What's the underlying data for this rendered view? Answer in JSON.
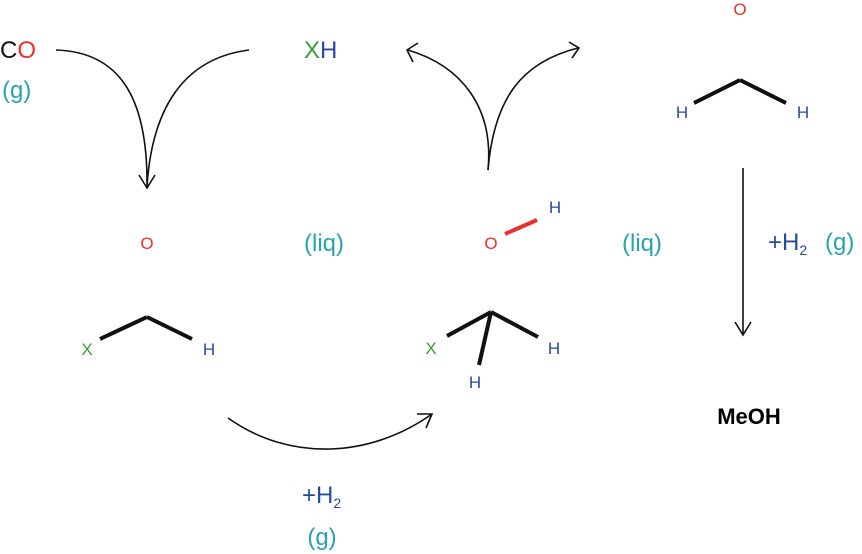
{
  "colors": {
    "carbon": "#111111",
    "oxygen": "#e8312f",
    "hydrogen": "#2a4a9c",
    "x_group": "#3a9c3a",
    "phase": "#2ba3ad",
    "bold": "#000000"
  },
  "top": {
    "co_c": "C",
    "co_o": "O",
    "co_phase": "(g)",
    "xh_x": "X",
    "xh_h": "H"
  },
  "formyl": {
    "o": "O",
    "x": "X",
    "h": "H",
    "phase": "(liq)"
  },
  "methoxy": {
    "o": "O",
    "h_top": "H",
    "x": "X",
    "h_right": "H",
    "h_bottom": "H",
    "phase": "(liq)"
  },
  "hydrogenation_bottom": {
    "prefix": "+H",
    "subscript": "2",
    "phase": "(g)"
  },
  "formaldehyde": {
    "o": "O",
    "h_left": "H",
    "h_right": "H"
  },
  "hydrogenation_right": {
    "prefix": "+H",
    "subscript": "2",
    "phase": "(g)"
  },
  "product": {
    "label": "MeOH"
  }
}
